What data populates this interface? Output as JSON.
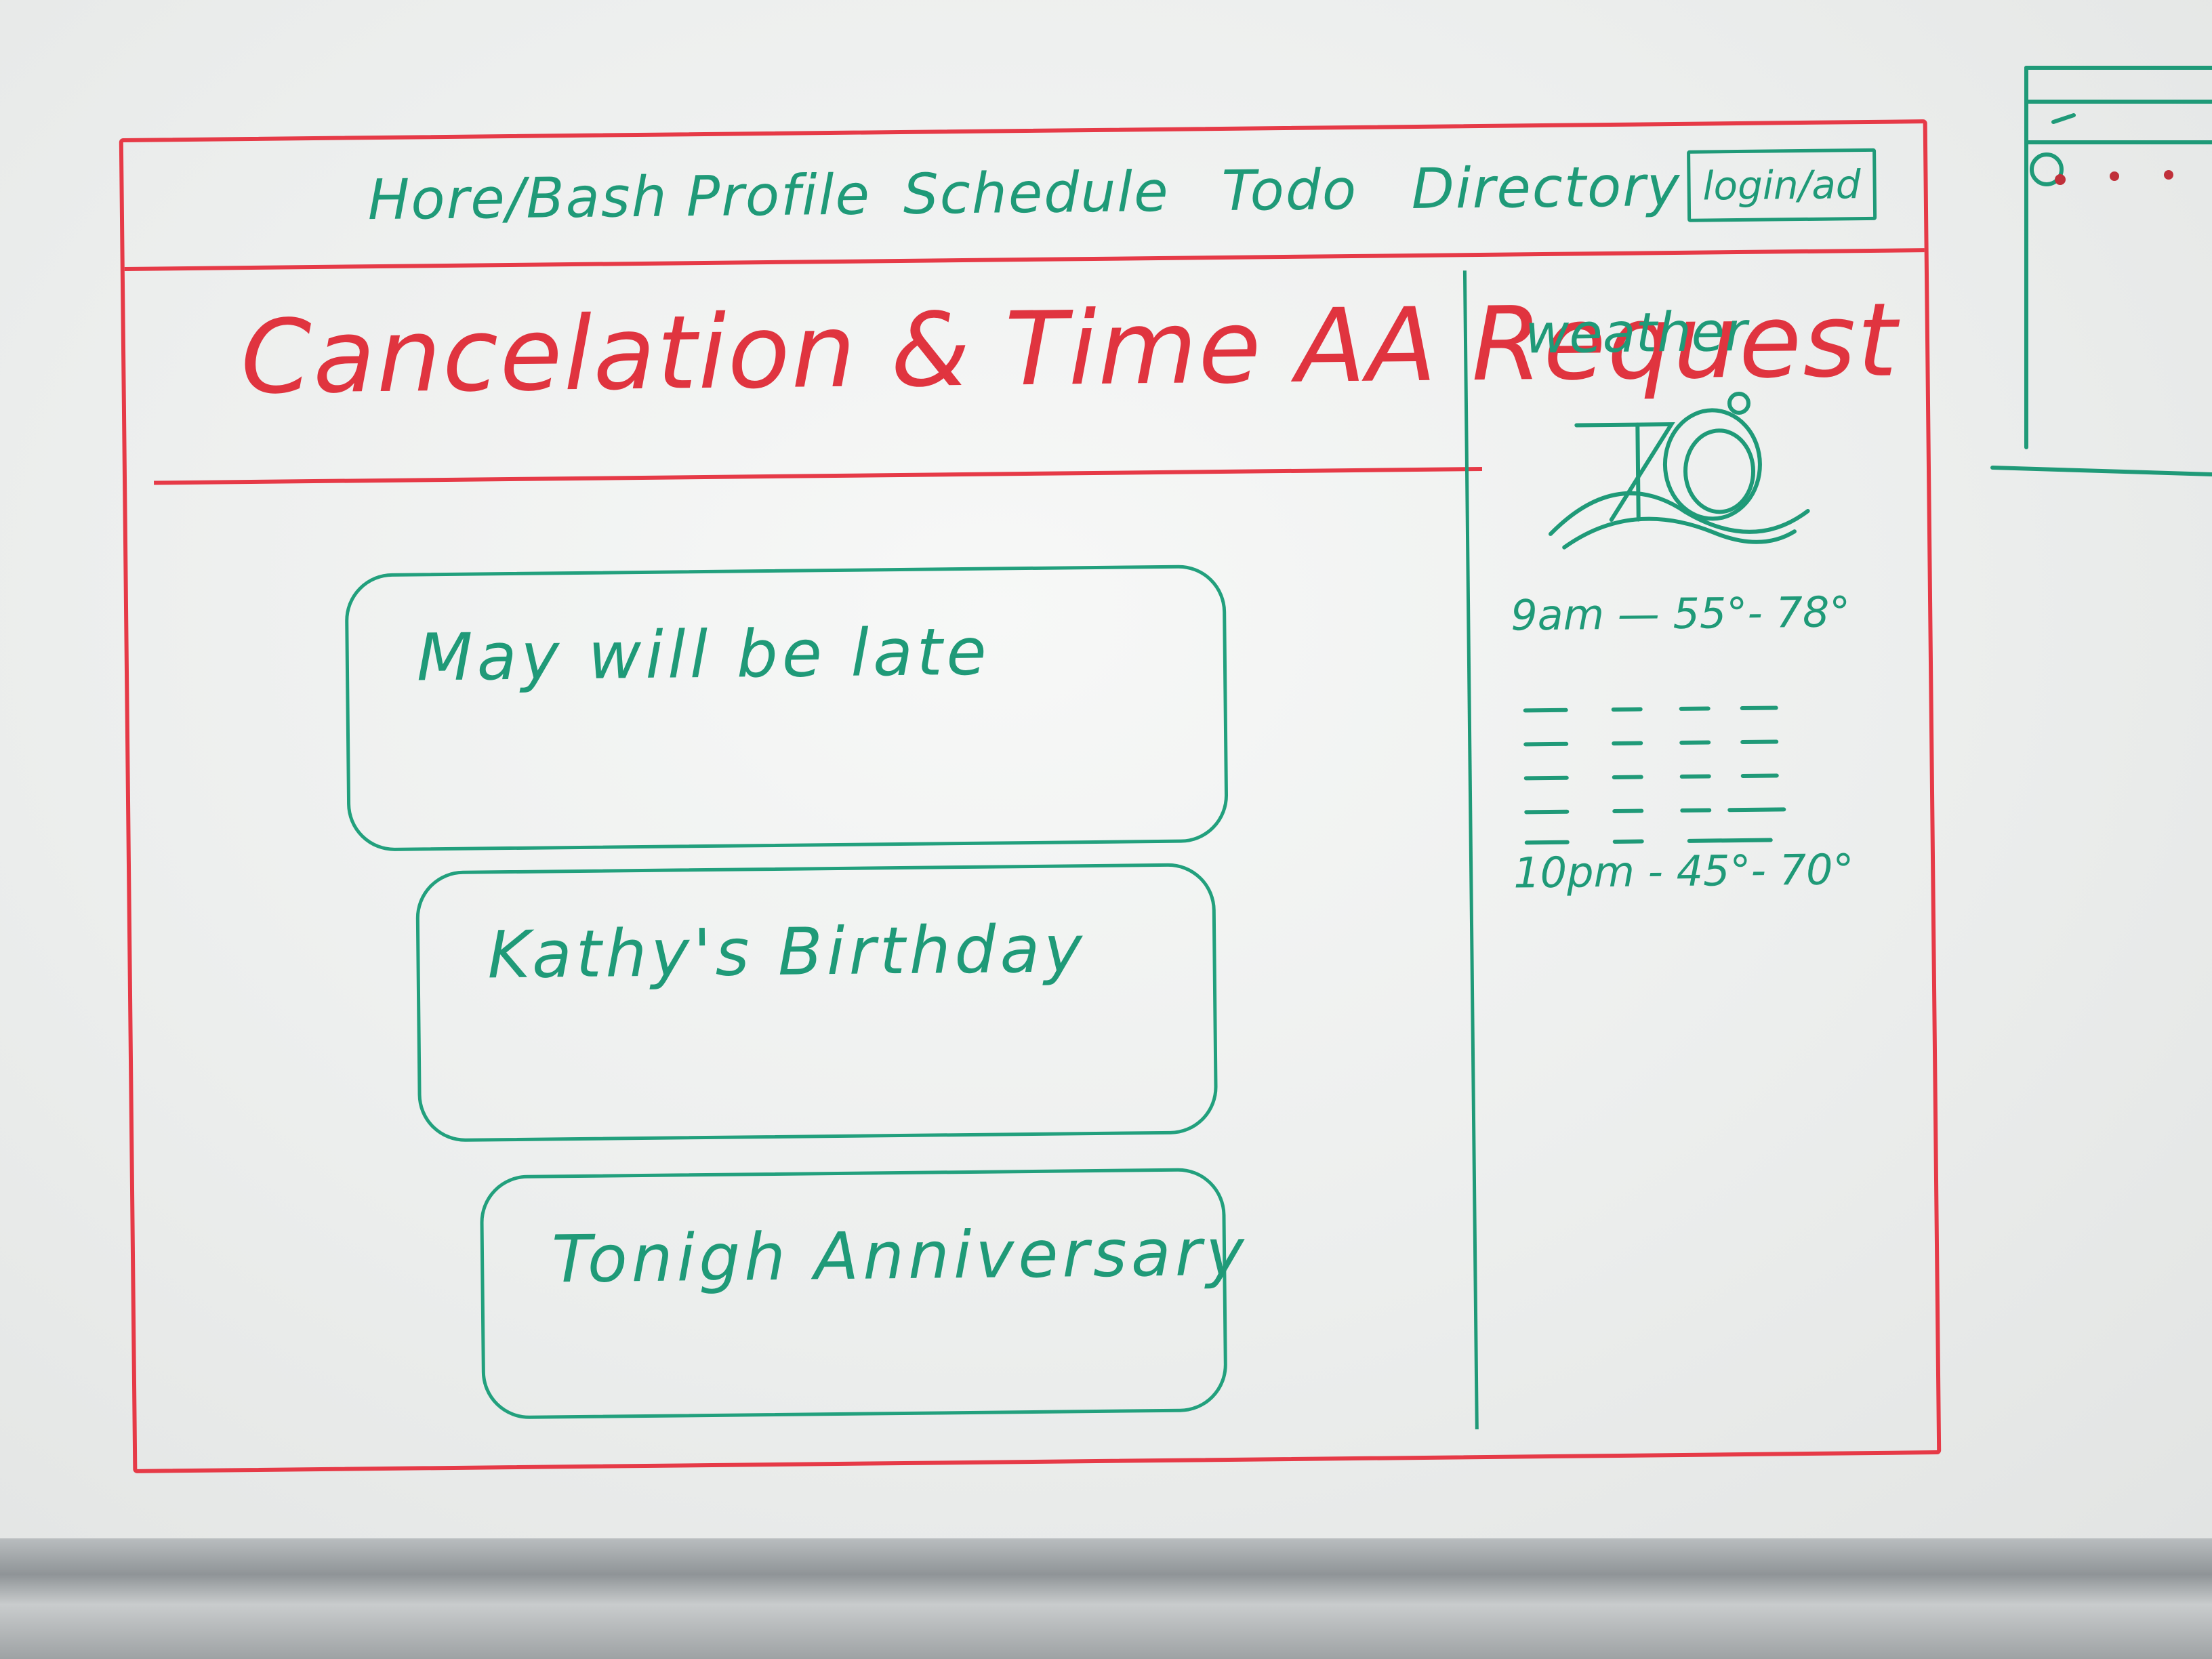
{
  "nav": {
    "items": [
      "Hore/Bash",
      "Profile",
      "Schedule",
      "Todo",
      "Directory"
    ],
    "login": "login/ad"
  },
  "page": {
    "title": "Cancelation & Time AA Request"
  },
  "cards": [
    {
      "text": "May will be late"
    },
    {
      "text": "Kathy's Birthday"
    },
    {
      "text": "Tonigh Anniversary"
    }
  ],
  "weather": {
    "title": "weather",
    "morning": "9am — 55°- 78°",
    "evening": "10pm - 45°- 70°"
  },
  "colors": {
    "red_marker": "#e63a47",
    "green_marker": "#1f9a78",
    "board": "#eef0ef"
  }
}
